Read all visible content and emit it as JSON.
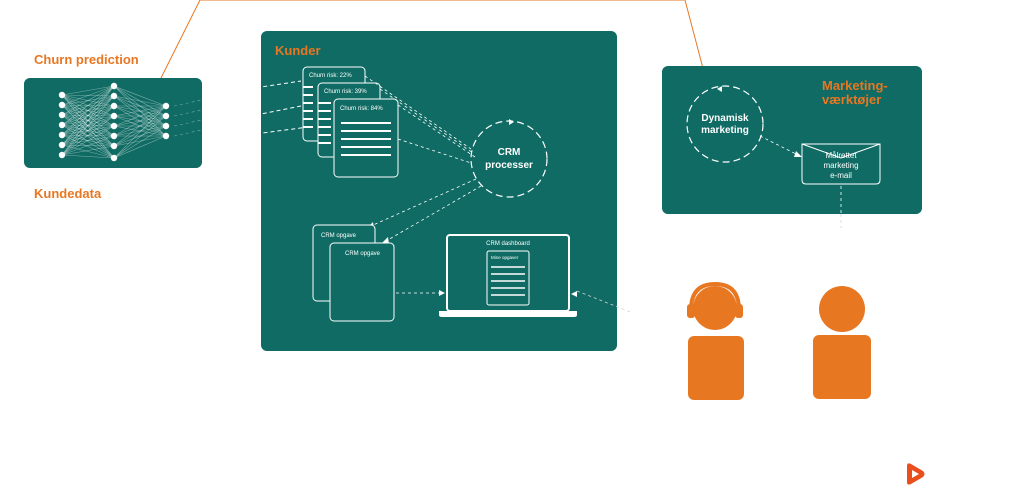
{
  "colors": {
    "teal": "#0f6b63",
    "orange": "#e87722",
    "white": "#ffffff"
  },
  "churn": {
    "title": "Churn prediction",
    "sublabel": "Kundedata"
  },
  "kunder": {
    "title": "Kunder",
    "cards": [
      "Churn risk: 22%",
      "Churn risk: 39%",
      "Churn risk: 84%"
    ],
    "crm_processer": [
      "CRM",
      "processer"
    ],
    "tasks": [
      "CRM opgave",
      "CRM opgave"
    ],
    "dashboard_title": "CRM dashboard",
    "dashboard_inner": "Mine opgaver"
  },
  "marketing": {
    "title_lines": [
      "Marketing-",
      "værktøjer"
    ],
    "dynamisk": [
      "Dynamisk",
      "marketing"
    ],
    "email": [
      "Målrettet",
      "marketing",
      "e-mail"
    ]
  },
  "icons": [
    "headset-person-icon",
    "person-icon",
    "brand-logo-icon"
  ]
}
